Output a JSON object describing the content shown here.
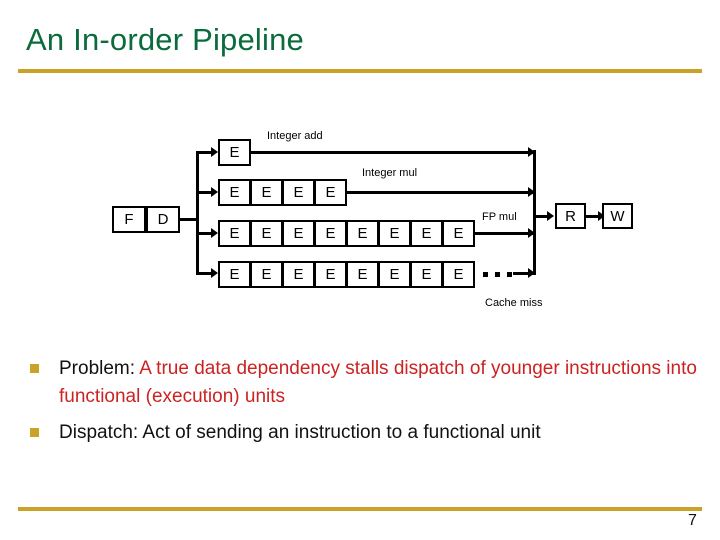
{
  "slide": {
    "title": "An In-order Pipeline",
    "page_number": "7",
    "accent_color": "#c9a227",
    "title_color": "#0a6b3d",
    "emphasis_color": "#cc2222"
  },
  "diagram": {
    "front_end": {
      "stages": [
        "F",
        "D"
      ]
    },
    "rows": [
      {
        "name": "integer-add",
        "label": "Integer add",
        "stage_letter": "E",
        "stage_count": 1,
        "ellipsis": false
      },
      {
        "name": "integer-mul",
        "label": "Integer mul",
        "stage_letter": "E",
        "stage_count": 4,
        "ellipsis": false
      },
      {
        "name": "fp-mul",
        "label": "FP mul",
        "stage_letter": "E",
        "stage_count": 8,
        "ellipsis": false
      },
      {
        "name": "cache-miss",
        "label": "Cache miss",
        "stage_letter": "E",
        "stage_count": 8,
        "ellipsis": true
      }
    ],
    "back_end": {
      "stages": [
        "R",
        "W"
      ]
    },
    "ellipsis_text": ". . ."
  },
  "bullets": [
    {
      "lead": "Problem: ",
      "emphasis": "A true data dependency stalls dispatch of younger instructions into functional (execution) units"
    },
    {
      "lead": "Dispatch: Act of sending an instruction to a functional unit",
      "emphasis": ""
    }
  ]
}
